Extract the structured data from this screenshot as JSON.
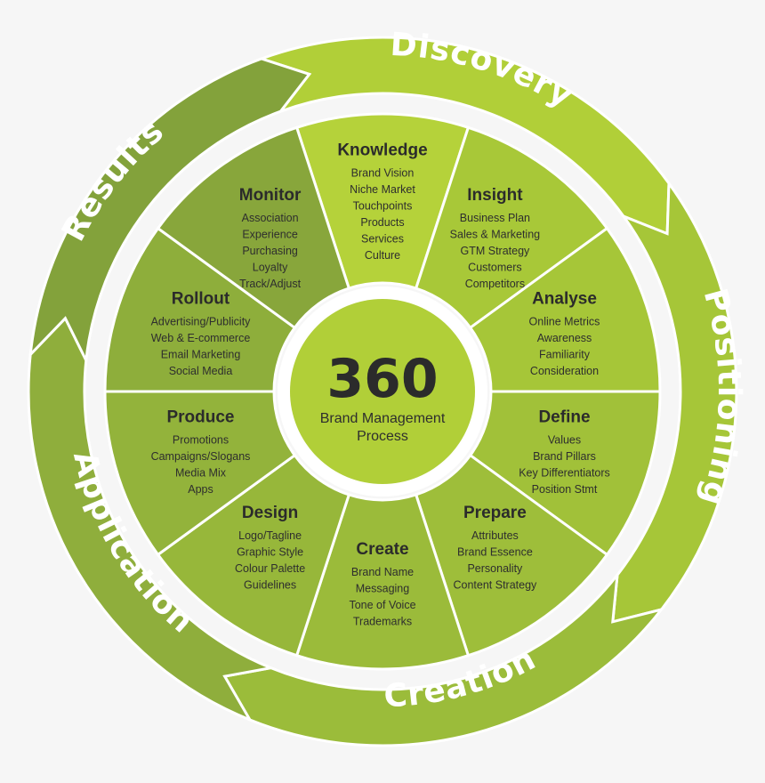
{
  "phases": [
    {
      "label": "Discovery",
      "color": "#b1cf38"
    },
    {
      "label": "Positioning",
      "color": "#a6c638"
    },
    {
      "label": "Creation",
      "color": "#9bbc3a"
    },
    {
      "label": "Application",
      "color": "#8fae3c"
    },
    {
      "label": "Results",
      "color": "#83a23b"
    }
  ],
  "sectors": [
    {
      "title": "Knowledge",
      "items": [
        "Brand Vision",
        "Niche Market",
        "Touchpoints",
        "Products",
        "Services",
        "Culture"
      ],
      "color": "#b5d23a"
    },
    {
      "title": "Insight",
      "items": [
        "Business Plan",
        "Sales & Marketing",
        "GTM Strategy",
        "Customers",
        "Competitors"
      ],
      "color": "#a8c838"
    },
    {
      "title": "Analyse",
      "items": [
        "Online Metrics",
        "Awareness",
        "Familiarity",
        "Consideration"
      ],
      "color": "#a6c638"
    },
    {
      "title": "Define",
      "items": [
        "Values",
        "Brand Pillars",
        "Key Differentiators",
        "Position Stmt"
      ],
      "color": "#a1c139"
    },
    {
      "title": "Prepare",
      "items": [
        "Attributes",
        "Brand Essence",
        "Personality",
        "Content Strategy"
      ],
      "color": "#9ebe3a"
    },
    {
      "title": "Create",
      "items": [
        "Brand Name",
        "Messaging",
        "Tone of Voice",
        "Trademarks"
      ],
      "color": "#9bbb3a"
    },
    {
      "title": "Design",
      "items": [
        "Logo/Tagline",
        "Graphic Style",
        "Colour Palette",
        "Guidelines"
      ],
      "color": "#97b73a"
    },
    {
      "title": "Produce",
      "items": [
        "Promotions",
        "Campaigns/Slogans",
        "Media Mix",
        "Apps"
      ],
      "color": "#93b33b"
    },
    {
      "title": "Rollout",
      "items": [
        "Advertising/Publicity",
        "Web & E-commerce",
        "Email Marketing",
        "Social Media"
      ],
      "color": "#8eae3b"
    },
    {
      "title": "Monitor",
      "items": [
        "Association",
        "Experience",
        "Purchasing",
        "Loyalty",
        "Track/Adjust"
      ],
      "color": "#88a63b"
    }
  ],
  "hub": {
    "number": "360",
    "caption_line1": "Brand Management",
    "caption_line2": "Process",
    "color": "#b1cf38"
  },
  "colors": {
    "background": "#f6f6f6",
    "divider": "#ffffff"
  }
}
